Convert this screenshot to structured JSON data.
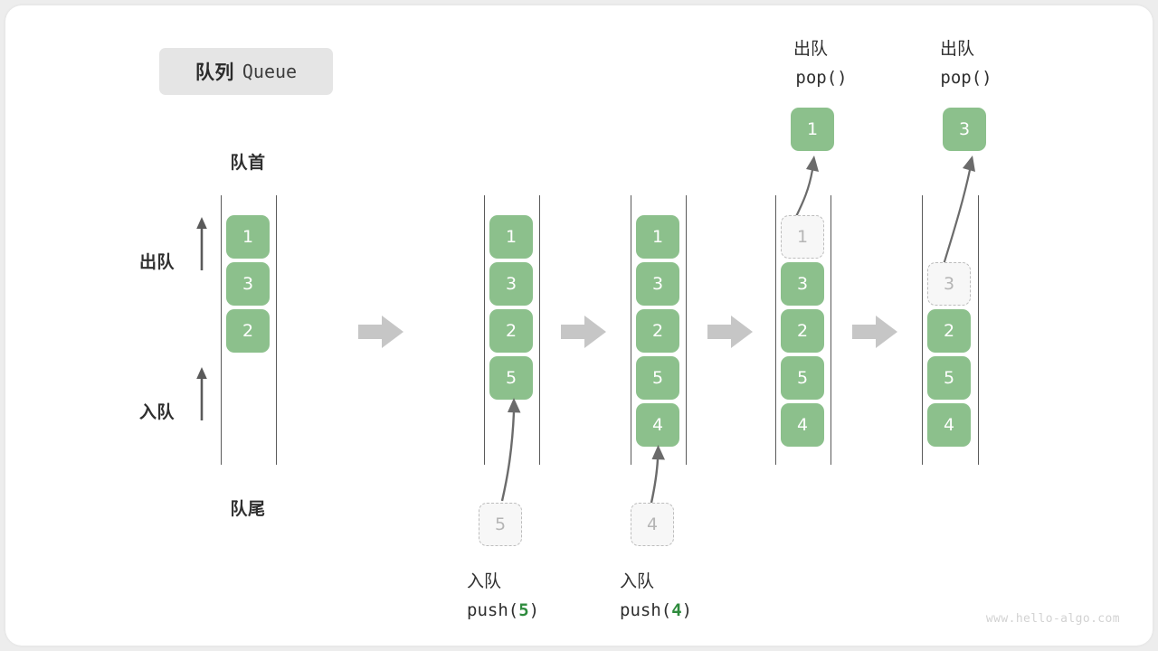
{
  "title": {
    "cn": "队列",
    "en": "Queue"
  },
  "labels": {
    "front": "队首",
    "rear": "队尾",
    "dequeue": "出队",
    "enqueue": "入队"
  },
  "colors": {
    "cell_fill": "#8cc08c",
    "cell_text": "#ffffff",
    "ghost_fill": "#f7f7f7",
    "ghost_border": "#bdbdbd",
    "ghost_text": "#b5b5b5",
    "rail": "#5a5a5a",
    "flow_arrow": "#c6c6c6",
    "accent_green": "#2e8b3d",
    "card_bg": "#ffffff",
    "page_bg": "#ededed"
  },
  "columns": [
    {
      "id": "initial",
      "caption_cn": "",
      "caption_code": "",
      "slots": [
        {
          "value": "1",
          "state": "filled"
        },
        {
          "value": "3",
          "state": "filled"
        },
        {
          "value": "2",
          "state": "filled"
        }
      ]
    },
    {
      "id": "push-5",
      "caption_cn": "入队",
      "caption_code_pre": "push(",
      "caption_code_arg": "5",
      "caption_code_post": ")",
      "incoming_value": "5",
      "slots": [
        {
          "value": "1",
          "state": "filled"
        },
        {
          "value": "3",
          "state": "filled"
        },
        {
          "value": "2",
          "state": "filled"
        },
        {
          "value": "5",
          "state": "filled"
        }
      ]
    },
    {
      "id": "push-4",
      "caption_cn": "入队",
      "caption_code_pre": "push(",
      "caption_code_arg": "4",
      "caption_code_post": ")",
      "incoming_value": "4",
      "slots": [
        {
          "value": "1",
          "state": "filled"
        },
        {
          "value": "3",
          "state": "filled"
        },
        {
          "value": "2",
          "state": "filled"
        },
        {
          "value": "5",
          "state": "filled"
        },
        {
          "value": "4",
          "state": "filled"
        }
      ]
    },
    {
      "id": "pop-1",
      "header_cn": "出队",
      "header_code": "pop()",
      "popped_value": "1",
      "slots": [
        {
          "value": "1",
          "state": "ghost"
        },
        {
          "value": "3",
          "state": "filled"
        },
        {
          "value": "2",
          "state": "filled"
        },
        {
          "value": "5",
          "state": "filled"
        },
        {
          "value": "4",
          "state": "filled"
        }
      ]
    },
    {
      "id": "pop-3",
      "header_cn": "出队",
      "header_code": "pop()",
      "popped_value": "3",
      "slots": [
        {
          "value": "",
          "state": "empty"
        },
        {
          "value": "3",
          "state": "ghost"
        },
        {
          "value": "2",
          "state": "filled"
        },
        {
          "value": "5",
          "state": "filled"
        },
        {
          "value": "4",
          "state": "filled"
        }
      ]
    }
  ],
  "watermark": "www.hello-algo.com"
}
